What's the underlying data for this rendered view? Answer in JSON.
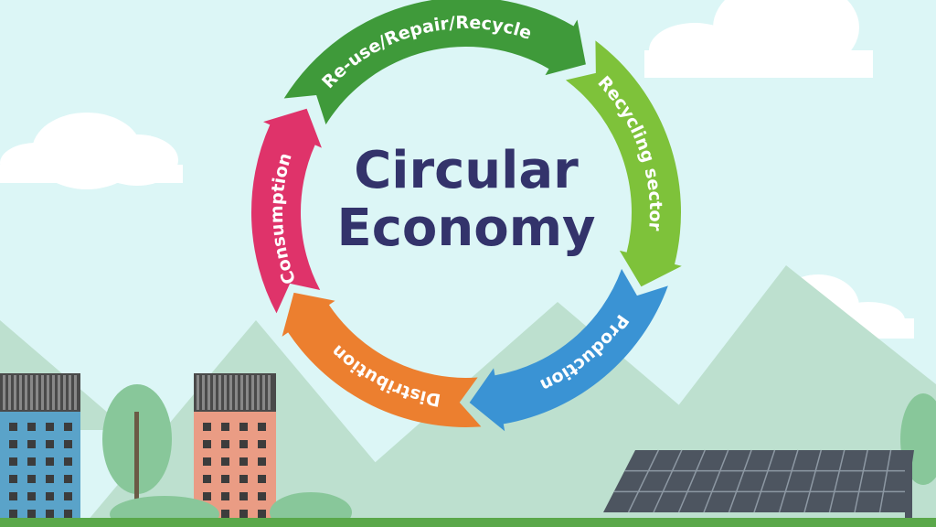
{
  "title": {
    "line1": "Circular",
    "line2": "Economy"
  },
  "cycle": [
    {
      "label": "Re-use/Repair/Recycle",
      "color": "#3f9a3a"
    },
    {
      "label": "Recycling sector",
      "color": "#7ec23a"
    },
    {
      "label": "Production",
      "color": "#3a93d4"
    },
    {
      "label": "Distribution",
      "color": "#ec7f2f"
    },
    {
      "label": "Consumption",
      "color": "#df336a"
    }
  ],
  "colors": {
    "sky": "#dcf6f6",
    "mountain": "#bde0cf",
    "ground": "#5aa84a",
    "title": "#33336b"
  }
}
